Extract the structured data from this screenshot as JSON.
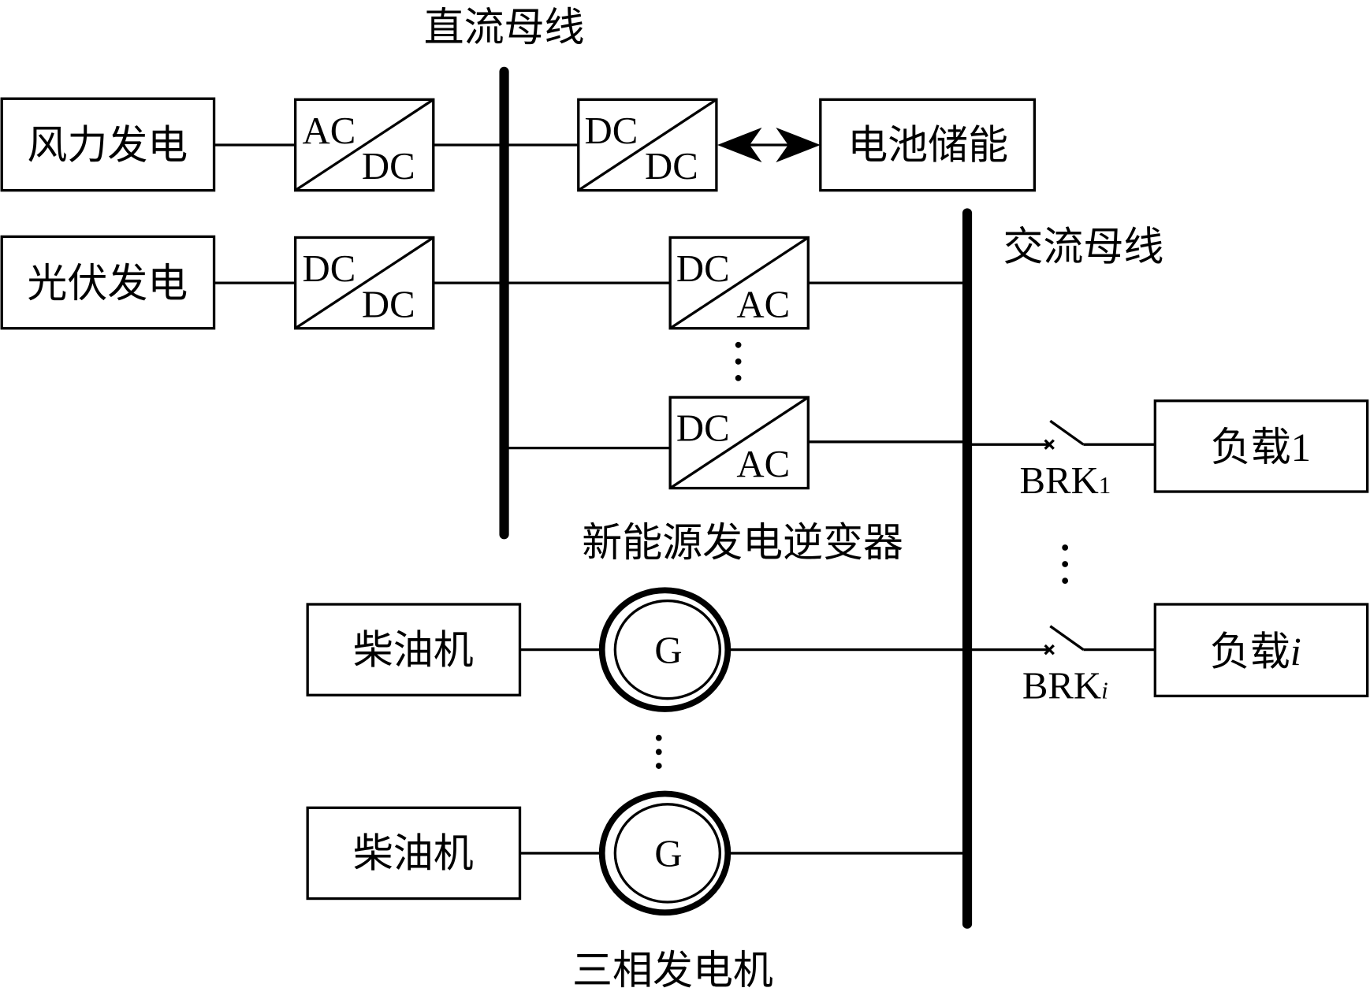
{
  "diagram": {
    "dc_bus_label": "直流母线",
    "ac_bus_label": "交流母线",
    "sources": [
      {
        "label": "风力发电",
        "converter": [
          "AC",
          "DC"
        ]
      },
      {
        "label": "光伏发电",
        "converter": [
          "DC",
          "DC"
        ]
      }
    ],
    "storage": {
      "label": "电池储能",
      "converter": [
        "DC",
        "DC"
      ]
    },
    "inverters": {
      "group_label": "新能源发电逆变器",
      "items": [
        {
          "converter": [
            "DC",
            "AC"
          ]
        },
        {
          "converter": [
            "DC",
            "AC"
          ]
        }
      ]
    },
    "generators": {
      "group_label": "三相发电机",
      "items": [
        {
          "engine_label": "柴油机",
          "symbol": "G"
        },
        {
          "engine_label": "柴油机",
          "symbol": "G"
        }
      ]
    },
    "loads": [
      {
        "label": "负载",
        "index": "1",
        "breaker": "BRK",
        "breaker_sub": "1"
      },
      {
        "label": "负载",
        "index": "i",
        "breaker": "BRK",
        "breaker_sub": "i"
      }
    ],
    "ellipsis": "⋮",
    "colors": {
      "stroke": "#000000",
      "background": "#ffffff"
    }
  }
}
